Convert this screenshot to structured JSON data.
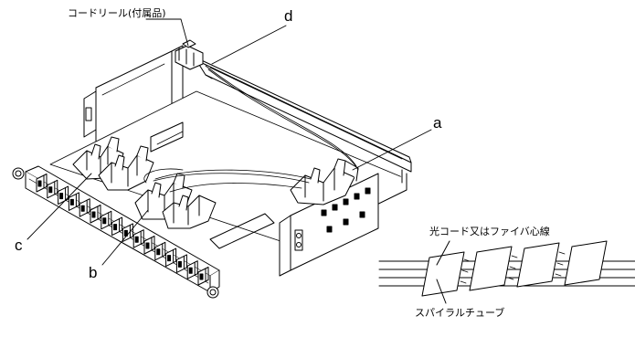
{
  "labels": {
    "cord_reel": "コードリール(付属品)",
    "d": "d",
    "a": "a",
    "b": "b",
    "c": "c",
    "fiber_cord": "光コード又はファイバ心線",
    "spiral_tube": "スパイラルチューブ"
  },
  "colors": {
    "line": "#000000",
    "background": "#ffffff"
  }
}
